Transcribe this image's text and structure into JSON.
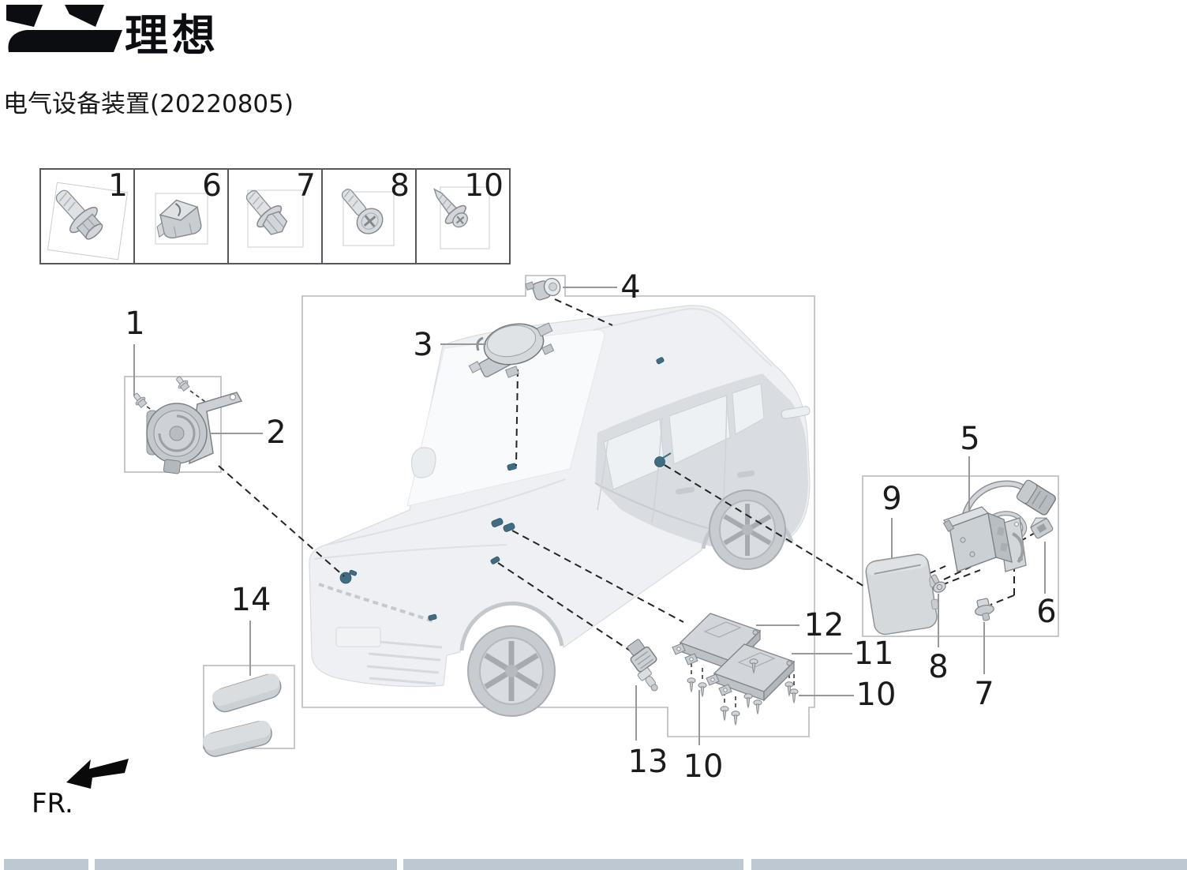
{
  "brand": {
    "name": "理想",
    "logo": "li-auto-mark"
  },
  "page_title": "电气设备装置(20220805)",
  "fastener_legend": [
    {
      "num": "1",
      "icon": "hex-flange-bolt"
    },
    {
      "num": "6",
      "icon": "clip-nut"
    },
    {
      "num": "7",
      "icon": "hex-washer-bolt"
    },
    {
      "num": "8",
      "icon": "phillips-pan-screw"
    },
    {
      "num": "10",
      "icon": "self-tapping-screw"
    }
  ],
  "callouts": {
    "horn_bolt": "1",
    "horn_assembly": "2",
    "rain_sensor": "3",
    "roof_sensor": "4",
    "camera_module": "5",
    "clip_nut": "6",
    "flange_bolt": "7",
    "small_screw": "8",
    "cover_plate": "9",
    "module_screws_right": "10",
    "front_module": "11",
    "rear_module": "12",
    "stop_lamp_switch": "13",
    "module_screws_bottom": "10",
    "foam_pads": "14"
  },
  "direction_indicator": {
    "label": "FR.",
    "icon": "front-direction-arrow"
  },
  "colors": {
    "highlight_part": "#3e6d84",
    "footer_cell": "#bdc8d3"
  }
}
